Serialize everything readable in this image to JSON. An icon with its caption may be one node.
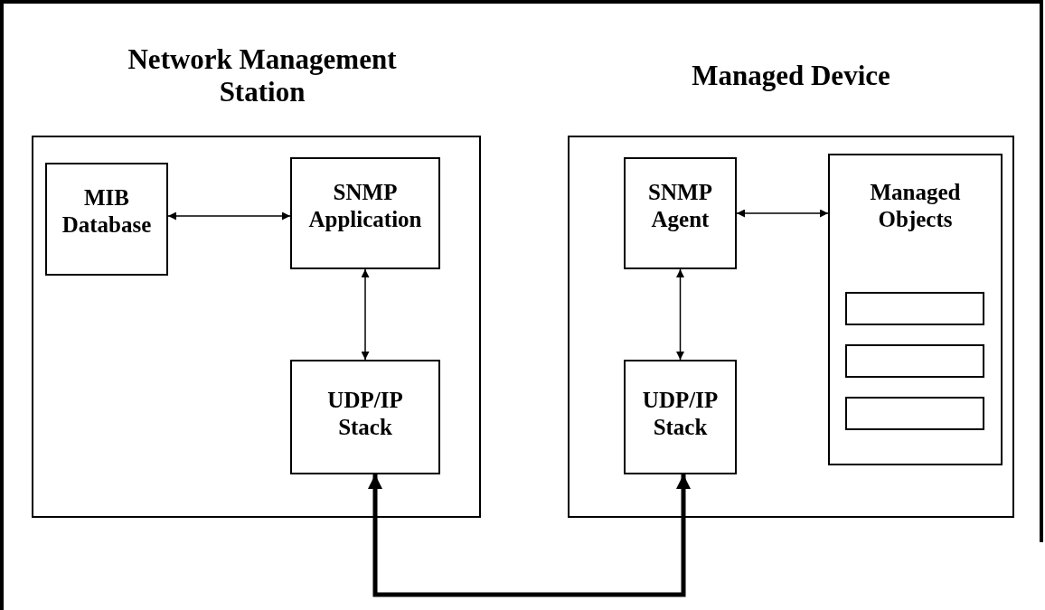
{
  "diagram": {
    "nodes": [
      {
        "text": [
          "Network Management Station"
        ]
      },
      {
        "text": [
          "MIB Database"
        ],
        "in": 0
      },
      {
        "text": [
          "SNMP Application"
        ],
        "in": 0
      },
      {
        "text": [
          "UDP/IP Stack"
        ],
        "in": 0
      },
      {
        "text": [
          "Managed Device"
        ]
      },
      {
        "text": [
          "SNMP Agent"
        ],
        "in": 4
      },
      {
        "text": [
          "Managed Objects"
        ],
        "in": 4
      },
      {
        "text": [],
        "shape": "box",
        "in": 6
      },
      {
        "text": [],
        "shape": "box",
        "in": 6
      },
      {
        "text": [],
        "shape": "box",
        "in": 6
      },
      {
        "text": [
          "UDP/IP Stack"
        ],
        "in": 4
      }
    ],
    "edges": [
      {
        "from": 1,
        "to": 2,
        "arrow": "both"
      },
      {
        "from": 2,
        "to": 3,
        "arrow": "both"
      },
      {
        "from": 5,
        "to": 6,
        "arrow": "both"
      },
      {
        "from": 5,
        "to": 10,
        "arrow": "both"
      },
      {
        "from": 3,
        "to": 10,
        "arrow": "both",
        "style": "thick"
      }
    ]
  }
}
